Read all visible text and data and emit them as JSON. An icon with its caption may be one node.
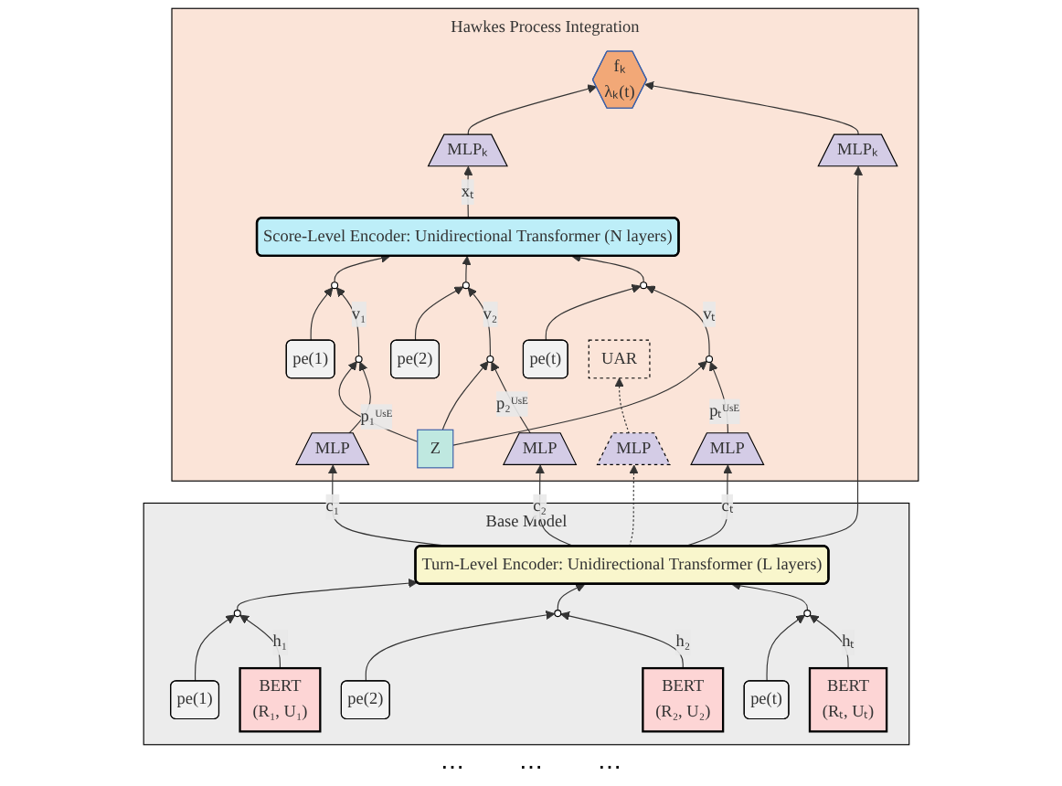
{
  "diagram": {
    "nodes": [
      {
        "text": [
          "Hawkes Process Integration"
        ]
      },
      {
        "text": [
          "Score-Level Encoder: Unidirectional Transformer (N layers)"
        ],
        "in": 0
      },
      {
        "text": [
          "pe(1)"
        ],
        "in": 0
      },
      {
        "text": [],
        "shape": "circle",
        "in": 0
      },
      {
        "text": [
          "pe(2)"
        ],
        "in": 0
      },
      {
        "text": [],
        "shape": "circle",
        "in": 0
      },
      {
        "text": [
          "pe(t)"
        ],
        "in": 0
      },
      {
        "text": [],
        "shape": "circle",
        "in": 0
      },
      {
        "text": [
          "MLPₖ"
        ],
        "in": 0
      },
      {
        "text": [],
        "shape": "circle",
        "in": 0
      },
      {
        "text": [],
        "shape": "circle",
        "in": 0
      },
      {
        "text": [
          "UAR"
        ],
        "in": 0
      },
      {
        "text": [],
        "shape": "circle",
        "in": 0
      },
      {
        "text": [
          "fₖ",
          "λₖ(t)"
        ],
        "in": 0
      },
      {
        "text": [
          "Z"
        ],
        "in": 0
      },
      {
        "text": [
          "MLP"
        ],
        "in": 0
      },
      {
        "text": [
          "MLP"
        ],
        "in": 0
      },
      {
        "text": [
          "MLP"
        ],
        "in": 0
      },
      {
        "text": [
          "MLP"
        ],
        "in": 0
      },
      {
        "text": [
          "MLPₖ"
        ],
        "in": 0
      },
      {
        "text": [
          "Base Model"
        ]
      },
      {
        "text": [
          "Turn-Level Encoder: Unidirectional Transformer (L layers)"
        ],
        "in": 20
      },
      {
        "text": [
          "pe(1)"
        ],
        "in": 20
      },
      {
        "text": [],
        "shape": "circle",
        "in": 20
      },
      {
        "text": [
          "pe(2)"
        ],
        "in": 20
      },
      {
        "text": [],
        "shape": "circle",
        "in": 20
      },
      {
        "text": [
          "pe(t)"
        ],
        "in": 20
      },
      {
        "text": [],
        "shape": "circle",
        "in": 20
      },
      {
        "text": [
          "BERT",
          "(R₁, U₁)"
        ],
        "in": 20
      },
      {
        "text": [
          "BERT",
          "(R₂, U₂)"
        ],
        "in": 20
      },
      {
        "text": [
          "BERT",
          "(Rₜ, Uₜ)"
        ],
        "in": 20
      }
    ],
    "edges": [
      {
        "from": 3,
        "to": 1,
        "arrow": "to"
      },
      {
        "from": 5,
        "to": 1,
        "arrow": "to"
      },
      {
        "from": 7,
        "to": 1,
        "arrow": "to"
      },
      {
        "from": 2,
        "to": 3,
        "arrow": "to"
      },
      {
        "from": 4,
        "to": 5,
        "arrow": "to"
      },
      {
        "from": 6,
        "to": 7,
        "arrow": "to"
      },
      {
        "from": 1,
        "to": 8,
        "label": "xₜ",
        "arrow": "to"
      },
      {
        "from": 9,
        "to": 3,
        "label": "v₁",
        "arrow": "to"
      },
      {
        "from": 10,
        "to": 5,
        "label": "v₂",
        "arrow": "to"
      },
      {
        "from": 12,
        "to": 7,
        "label": "vₜ",
        "arrow": "to"
      },
      {
        "from": 8,
        "to": 13,
        "arrow": "to"
      },
      {
        "from": 14,
        "to": 9,
        "arrow": "to"
      },
      {
        "from": 14,
        "to": 10,
        "arrow": "to"
      },
      {
        "from": 14,
        "to": 12,
        "arrow": "to"
      },
      {
        "from": 15,
        "to": 9,
        "label": "p₁ᵁˢᴱ",
        "arrow": "to"
      },
      {
        "from": 16,
        "to": 10,
        "label": "p₂ᵁˢᴱ",
        "arrow": "to"
      },
      {
        "from": 17,
        "to": 11,
        "arrow": "to",
        "style": "dashed"
      },
      {
        "from": 18,
        "to": 12,
        "label": "pₜᵁˢᴱ",
        "arrow": "to"
      },
      {
        "from": 19,
        "to": 13,
        "arrow": "to"
      },
      {
        "from": 21,
        "to": 15,
        "label": "c₁",
        "arrow": "to"
      },
      {
        "from": 21,
        "to": 16,
        "label": "c₂",
        "arrow": "to"
      },
      {
        "from": 21,
        "to": 17,
        "arrow": "to",
        "style": "dashed"
      },
      {
        "from": 21,
        "to": 18,
        "label": "cₜ",
        "arrow": "to"
      },
      {
        "from": 21,
        "to": 19,
        "arrow": "to"
      },
      {
        "from": 23,
        "to": 21,
        "arrow": "to"
      },
      {
        "from": 25,
        "to": 21,
        "arrow": "to"
      },
      {
        "from": 27,
        "to": 21,
        "arrow": "to"
      },
      {
        "from": 22,
        "to": 23,
        "arrow": "to"
      },
      {
        "from": 24,
        "to": 25,
        "arrow": "to"
      },
      {
        "from": 26,
        "to": 27,
        "arrow": "to"
      },
      {
        "from": 28,
        "to": 23,
        "label": "h₁",
        "arrow": "to"
      },
      {
        "from": 29,
        "to": 25,
        "label": "h₂",
        "arrow": "to"
      },
      {
        "from": 30,
        "to": 27,
        "label": "hₜ",
        "arrow": "to"
      }
    ],
    "labels": [
      "⋯",
      "⋯",
      "⋯"
    ]
  }
}
